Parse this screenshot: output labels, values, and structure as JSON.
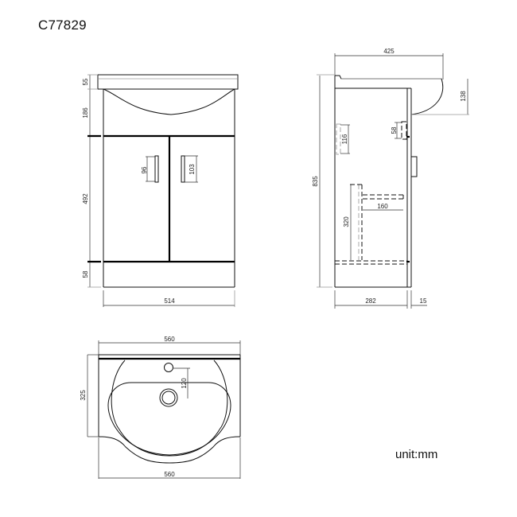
{
  "title": {
    "model_code": "C77829"
  },
  "unit_label": "unit:mm",
  "front_view": {
    "dims": {
      "basin_top": "55",
      "upper_section": "186",
      "door_height": "492",
      "plinth": "58",
      "width": "514",
      "handle_left": "96",
      "handle_right": "103"
    }
  },
  "side_view": {
    "dims": {
      "depth_total": "425",
      "basin_overhang": "138",
      "total_height": "835",
      "handle_side": "116",
      "handle_door": "58",
      "shelf_height": "320",
      "shelf_depth": "160",
      "cabinet_depth": "282",
      "door_thickness": "15"
    }
  },
  "top_view": {
    "dims": {
      "width_top": "560",
      "depth": "325",
      "tap_offset": "120",
      "width_bottom": "560"
    }
  }
}
